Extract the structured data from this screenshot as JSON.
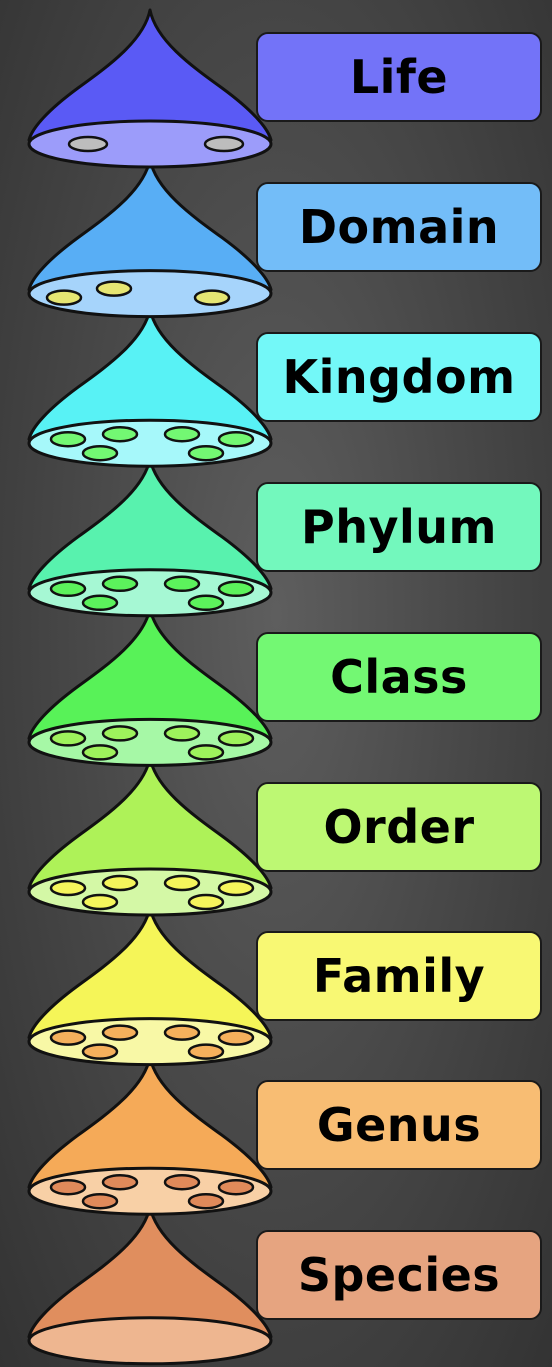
{
  "diagram": {
    "ranks": [
      {
        "label": "Life",
        "color": "#7373f8",
        "bell_color": "#5a5af5",
        "base_color": "#9c9cfa",
        "seed_color": "#bdbdbd",
        "seeds": 2
      },
      {
        "label": "Domain",
        "color": "#73bdf8",
        "bell_color": "#58aef5",
        "base_color": "#a6d4fb",
        "seed_color": "#e6e673",
        "seeds": 3
      },
      {
        "label": "Kingdom",
        "color": "#73f8f8",
        "bell_color": "#58f2f5",
        "base_color": "#a6f8fa",
        "seed_color": "#73f873",
        "seeds": 6
      },
      {
        "label": "Phylum",
        "color": "#73f8bd",
        "bell_color": "#58f2ae",
        "base_color": "#a6f8d4",
        "seed_color": "#5cf25c",
        "seeds": 6
      },
      {
        "label": "Class",
        "color": "#73f873",
        "bell_color": "#58f258",
        "base_color": "#a6f8a6",
        "seed_color": "#9ef25c",
        "seeds": 6
      },
      {
        "label": "Order",
        "color": "#bdf873",
        "bell_color": "#aef258",
        "base_color": "#d4f8a6",
        "seed_color": "#f5f55c",
        "seeds": 6
      },
      {
        "label": "Family",
        "color": "#f8f873",
        "bell_color": "#f5f558",
        "base_color": "#f8f8a6",
        "seed_color": "#f5b05c",
        "seeds": 6
      },
      {
        "label": "Genus",
        "color": "#f8bd73",
        "bell_color": "#f5aa58",
        "base_color": "#f8d0a6",
        "seed_color": "#e08a5a",
        "seeds": 6
      },
      {
        "label": "Species",
        "color": "#e6a480",
        "bell_color": "#e08e5e",
        "base_color": "#eeb690",
        "seed_color": null,
        "seeds": 0
      }
    ]
  }
}
